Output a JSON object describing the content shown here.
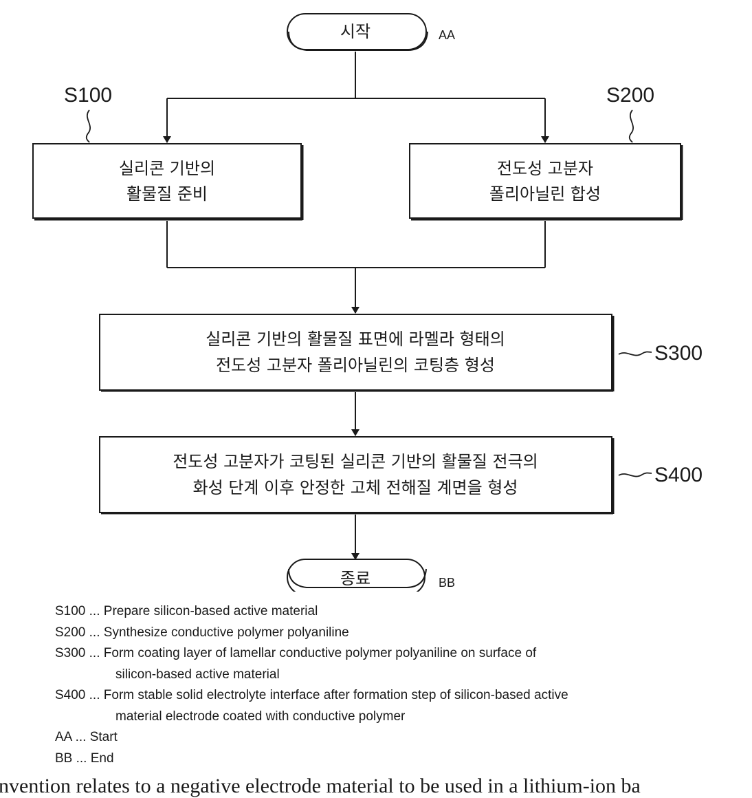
{
  "flowchart": {
    "start": {
      "label": "시작",
      "ref": "AA"
    },
    "end": {
      "label": "종료",
      "ref": "BB"
    },
    "steps": [
      {
        "ref": "S100",
        "lines": [
          "실리콘 기반의",
          "활물질 준비"
        ]
      },
      {
        "ref": "S200",
        "lines": [
          "전도성 고분자",
          "폴리아닐린 합성"
        ]
      },
      {
        "ref": "S300",
        "lines": [
          "실리콘 기반의 활물질 표면에 라멜라 형태의",
          "전도성 고분자 폴리아닐린의 코팅층 형성"
        ]
      },
      {
        "ref": "S400",
        "lines": [
          "전도성 고분자가 코팅된 실리콘 기반의 활물질 전극의",
          "화성 단계 이후 안정한 고체 전해질 계면을 형성"
        ]
      }
    ]
  },
  "legend": [
    "S100 ... Prepare silicon-based active material",
    "S200 ... Synthesize conductive polymer polyaniline",
    "S300 ... Form coating layer of lamellar conductive polymer polyaniline on surface of",
    "silicon-based active material",
    "S400 ... Form stable solid electrolyte interface after formation step of silicon-based active",
    "material electrode coated with conductive polymer",
    "AA ... Start",
    "BB ... End"
  ],
  "cutoff_text": "nvention relates to a negative electrode material to be used in a lithium-ion ba"
}
